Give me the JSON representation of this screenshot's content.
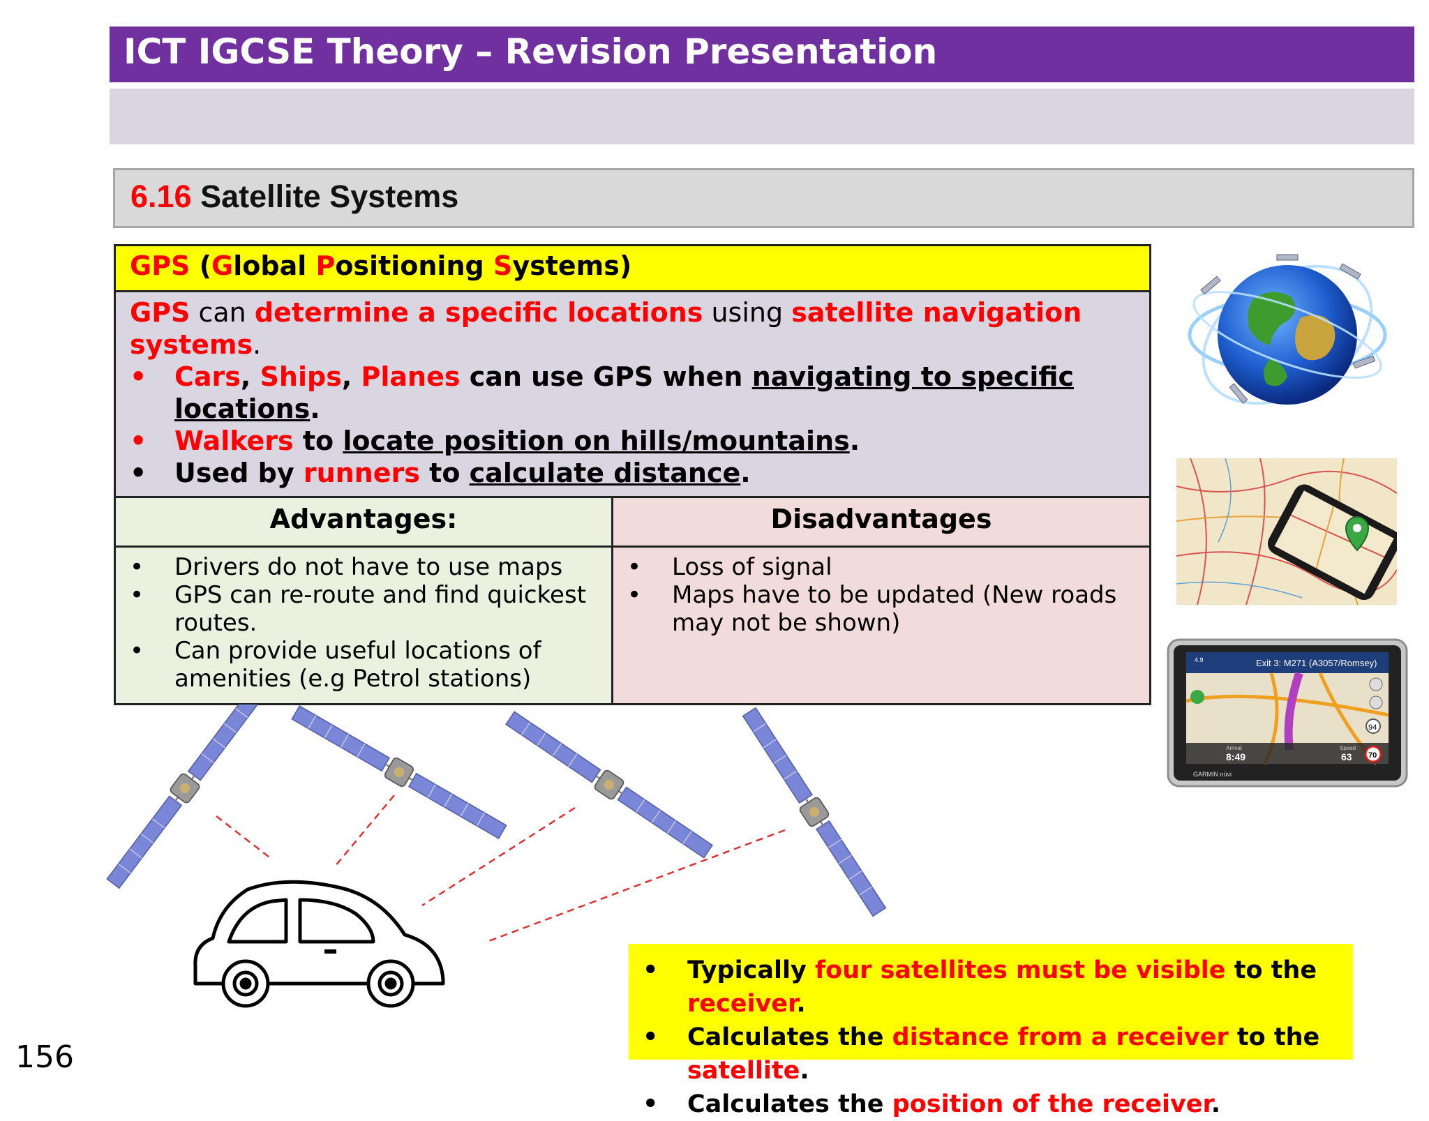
{
  "header": {
    "title": "ICT IGCSE Theory – Revision Presentation"
  },
  "section": {
    "number": "6.16",
    "title": "Satellite Systems"
  },
  "gps": {
    "heading": {
      "a": "GPS",
      "b": " (",
      "c": "G",
      "d": "lobal ",
      "e": "P",
      "f": "ositioning ",
      "g": "S",
      "h": "ystems)"
    },
    "intro": {
      "a": "GPS",
      "b": " can ",
      "c": "determine a specific locations",
      "d": " using ",
      "e": "satellite navigation systems",
      "f": "."
    },
    "bullets": [
      {
        "a": "Cars",
        "b": ", ",
        "c": "Ships",
        "d": ", ",
        "e": "Planes",
        "f": " can use GPS when ",
        "g": "navigating to specific locations",
        "h": "."
      },
      {
        "a": "Walkers",
        "b": " to ",
        "c": "locate position on hills/mountains",
        "d": "."
      },
      {
        "a": "Used by ",
        "b": "runners",
        "c": " to ",
        "d": "calculate distance",
        "e": "."
      }
    ],
    "bullet_symbol": "•"
  },
  "advantages": {
    "heading": "Advantages:",
    "items": [
      "Drivers do not have to use maps",
      "GPS can re-route and find quickest routes.",
      "Can provide useful locations of amenities (e.g Petrol stations)"
    ]
  },
  "disadvantages": {
    "heading": "Disadvantages",
    "items": [
      "Loss of signal",
      "Maps have to be updated (New roads may not be shown)"
    ]
  },
  "callout": {
    "lines": [
      {
        "a": "Typically ",
        "b": "four satellites must be visible",
        "c": " to the ",
        "d": "receiver",
        "e": "."
      },
      {
        "a": "Calculates the ",
        "b": "distance from a receiver",
        "c": " to the ",
        "d": "satellite",
        "e": "."
      },
      {
        "a": "Calculates the ",
        "b": "position of the receiver",
        "c": "."
      }
    ]
  },
  "satnav": {
    "route": "Exit 3: M271 (A3057/Romsey)",
    "distance": "4.9",
    "arrival_label": "Arrival",
    "arrival": "8:49",
    "speed_label": "Speed",
    "speed": "63",
    "limit": "70",
    "road": "94",
    "brand": "GARMIN nüvi"
  },
  "page_number": "156",
  "colors": {
    "accent": "#7030A0",
    "highlight": "#FFFF00",
    "red": "#FF0000"
  }
}
